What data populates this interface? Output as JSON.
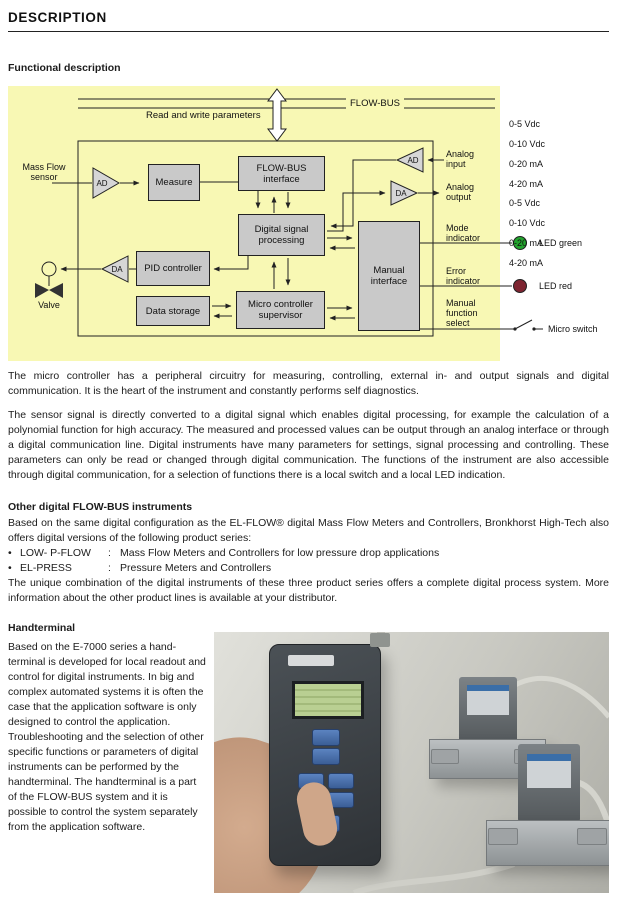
{
  "header": {
    "title": "DESCRIPTION"
  },
  "functional": {
    "heading": "Functional description"
  },
  "diagram": {
    "bus_label": "FLOW-BUS",
    "read_write_label": "Read and write parameters",
    "mass_flow_sensor": "Mass Flow\nsensor",
    "valve_label": "Valve",
    "ad_label": "AD",
    "da_label": "DA",
    "blocks": {
      "measure": "Measure",
      "flowbus_interface": "FLOW-BUS\ninterface",
      "digital_signal_processing": "Digital signal\nprocessing",
      "pid_controller": "PID controller",
      "data_storage": "Data storage",
      "micro_controller": "Micro controller\nsupervisor",
      "manual_interface": "Manual\ninterface"
    },
    "right": {
      "analog_input": "Analog\ninput",
      "analog_output": "Analog\noutput",
      "mode_indicator": "Mode\nindicator",
      "error_indicator": "Error\nindicator",
      "manual_function_select": "Manual\nfunction\nselect",
      "input_ranges": [
        "0-5 Vdc",
        "0-10 Vdc",
        "0-20 mA",
        "4-20 mA"
      ],
      "output_ranges": [
        "0-5 Vdc",
        "0-10 Vdc",
        "0-20 mA",
        "4-20 mA"
      ],
      "led_green": "LED green",
      "led_red": "LED red",
      "micro_switch": "Micro switch"
    },
    "colors": {
      "background": "#f8f8b4",
      "block_fill": "#c9c9c9",
      "led_green": "#23a42e",
      "led_red": "#7d2430"
    }
  },
  "paragraphs": {
    "p1": "The micro controller has a peripheral circuitry for measuring, controlling, external in- and output signals and digital communication. It is the heart of the instrument and constantly performs self diagnostics.",
    "p2": "The sensor signal is directly converted to a digital signal which enables digital processing, for example the calculation of a polynomial function for high accuracy. The measured and processed values can be output through an analog interface or through a digital communication line. Digital instruments have many parameters for settings, signal processing and controlling. These parameters can only be read or changed through digital communication. The functions of the instrument are also accessible through digital communication, for a selection of functions there is a local switch and a local LED indication."
  },
  "other_instruments": {
    "heading": "Other digital FLOW-BUS instruments",
    "intro": "Based on the same digital configuration as the EL-FLOW® digital Mass Flow Meters and Controllers, Bronkhorst High-Tech also offers digital versions of the following product series:",
    "items": [
      {
        "bullet": "•",
        "name": "LOW- P-FLOW",
        "colon": ":",
        "desc": "Mass Flow Meters and Controllers for low pressure drop applications"
      },
      {
        "bullet": "•",
        "name": "EL-PRESS",
        "colon": ":",
        "desc": "Pressure Meters and Controllers"
      }
    ],
    "outro": "The unique combination of the digital instruments of these three product series offers a complete digital process system. More information about the other product lines is available at your distributor."
  },
  "handterminal": {
    "heading": "Handterminal",
    "body": "Based on the E-7000 series a hand-terminal is developed for local readout and control for digital instruments. In big and complex automated systems it is often the case that the application software is only designed to control the application. Troubleshooting and the selection of other specific functions or parameters of digital instruments can be performed by the handterminal. The handterminal is a part of the FLOW-BUS system and it is possible to control the system separately from the application software."
  }
}
